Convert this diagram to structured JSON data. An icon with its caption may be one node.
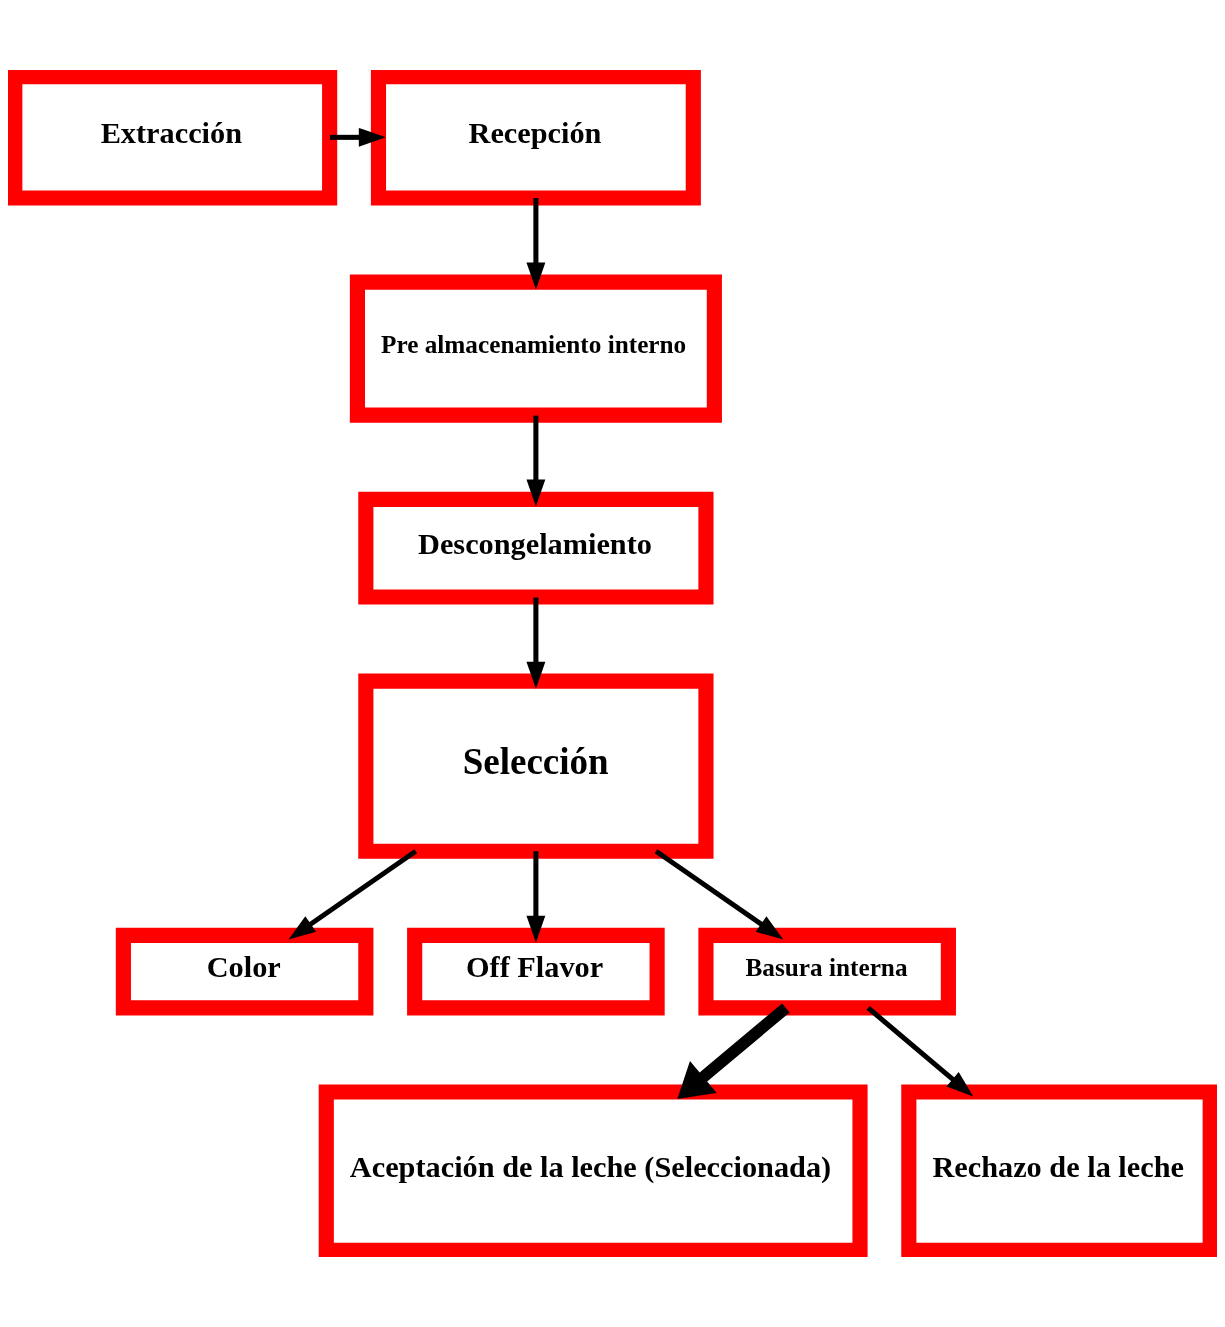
{
  "diagram": {
    "nodes": [
      {
        "text": [
          "Extracción"
        ]
      },
      {
        "text": [
          "Recepción"
        ]
      },
      {
        "text": [
          "Pre almacenamiento interno"
        ]
      },
      {
        "text": [
          "Descongelamiento"
        ]
      },
      {
        "text": [
          "Selección"
        ]
      },
      {
        "text": [
          "Color"
        ]
      },
      {
        "text": [
          "Off Flavor"
        ]
      },
      {
        "text": [
          "Basura interna"
        ]
      },
      {
        "text": [
          "Aceptación de la leche (Seleccionada)"
        ]
      },
      {
        "text": [
          "Rechazo de la leche"
        ]
      }
    ],
    "edges": [
      {
        "from": 0,
        "to": 1,
        "arrow": "to"
      },
      {
        "from": 1,
        "to": 2,
        "arrow": "to"
      },
      {
        "from": 2,
        "to": 3,
        "arrow": "to"
      },
      {
        "from": 3,
        "to": 4,
        "arrow": "to"
      },
      {
        "from": 4,
        "to": 5,
        "arrow": "to"
      },
      {
        "from": 4,
        "to": 6,
        "arrow": "to"
      },
      {
        "from": 4,
        "to": 7,
        "arrow": "to"
      },
      {
        "from": 7,
        "to": 8,
        "arrow": "to",
        "style": "thick"
      },
      {
        "from": 7,
        "to": 9,
        "arrow": "to"
      }
    ]
  }
}
